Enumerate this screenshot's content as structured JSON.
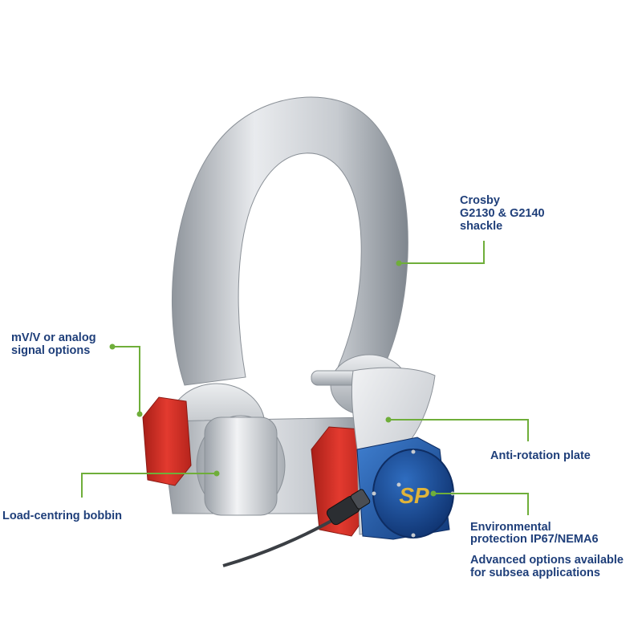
{
  "callouts": {
    "shackle": {
      "lines": [
        "Crosby",
        "G2130 & G2140",
        "shackle"
      ]
    },
    "signal": {
      "lines": [
        "mV/V or analog",
        "signal options"
      ]
    },
    "plate": {
      "lines": [
        "Anti-rotation plate"
      ]
    },
    "bobbin": {
      "lines": [
        "Load-centring bobbin"
      ]
    },
    "environment": {
      "lines": [
        "Environmental",
        "protection IP67/NEMA6"
      ]
    },
    "advanced": {
      "lines": [
        "Advanced options available",
        "for subsea applications"
      ]
    }
  },
  "logo_text": "SP",
  "colors": {
    "text": "#1f3f7a",
    "leader": "#6fae3a",
    "steel": "#d0d3d7",
    "red": "#d9342b",
    "housing": "#1e5aa8",
    "logo": "#e0b43a"
  }
}
